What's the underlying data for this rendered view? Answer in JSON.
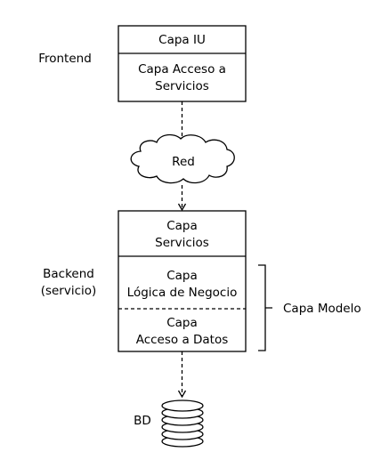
{
  "frontend": {
    "label": "Frontend",
    "layers": {
      "ui": "Capa IU",
      "service_access_line1": "Capa Acceso a",
      "service_access_line2": "Servicios"
    }
  },
  "network": {
    "label": "Red"
  },
  "backend": {
    "label_line1": "Backend",
    "label_line2": "(servicio)",
    "layers": {
      "services_line1": "Capa",
      "services_line2": "Servicios",
      "business_line1": "Capa",
      "business_line2": "Lógica de Negocio",
      "data_line1": "Capa",
      "data_line2": "Acceso a Datos"
    }
  },
  "model_layer": {
    "label": "Capa Modelo"
  },
  "database": {
    "label": "BD",
    "icon": "database-icon"
  }
}
